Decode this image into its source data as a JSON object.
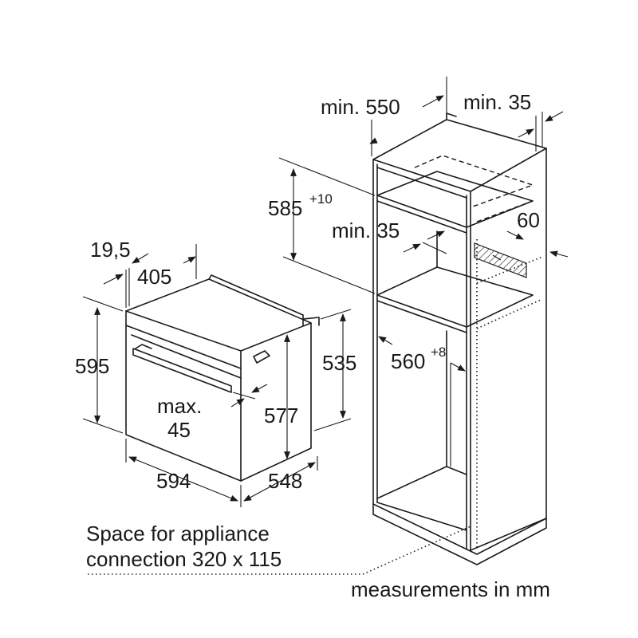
{
  "labels": {
    "min_550": "min. 550",
    "min_35_top": "min. 35",
    "h_585": "585",
    "h_585_sup": "+10",
    "min_35_mid": "min. 35",
    "d_60": "60",
    "w_560": "560",
    "w_560_sup": "+8",
    "d_19_5": "19,5",
    "d_405": "405",
    "h_595": "595",
    "h_535": "535",
    "max": "max.",
    "max_45": "45",
    "h_577": "577",
    "w_594": "594",
    "d_548": "548",
    "space_line1": "Space for appliance",
    "space_line2": "connection 320 x 115",
    "units": "measurements in mm"
  }
}
